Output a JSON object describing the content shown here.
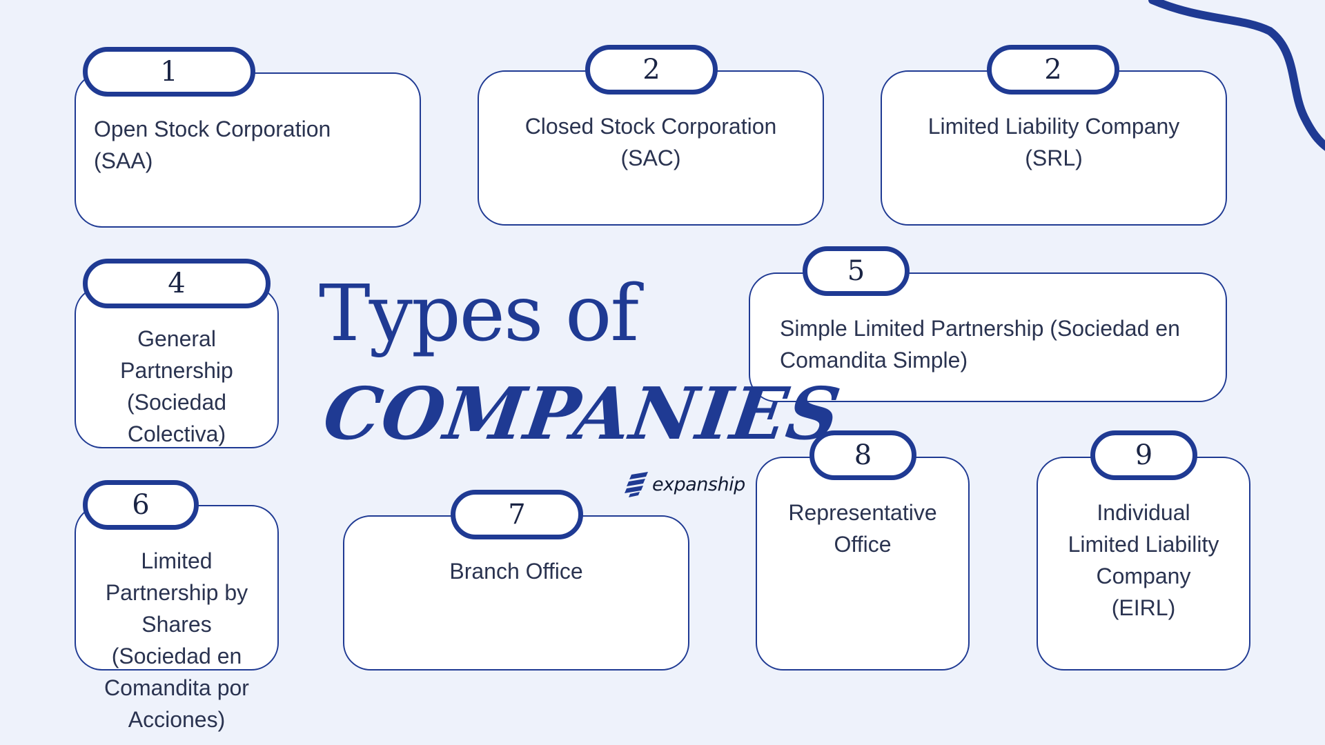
{
  "title": {
    "line1": "Types of",
    "line2": "COMPANIES"
  },
  "brand": {
    "name": "expanship",
    "logo_icon": "expanship-logo-icon"
  },
  "colors": {
    "accent": "#1f3a93",
    "background": "#eef2fb",
    "card": "#ffffff",
    "text": "#2a3350"
  },
  "items": [
    {
      "number": "1",
      "label": "Open Stock Corporation\n(SAA)"
    },
    {
      "number": "2",
      "label": "Closed Stock Corporation\n(SAC)"
    },
    {
      "number": "2",
      "label": "Limited Liability Company\n(SRL)"
    },
    {
      "number": "4",
      "label": "General\nPartnership\n(Sociedad\nColectiva)"
    },
    {
      "number": "5",
      "label": "Simple Limited Partnership (Sociedad en\nComandita Simple)"
    },
    {
      "number": "6",
      "label": "Limited\nPartnership by\nShares\n(Sociedad en\nComandita por\nAcciones)"
    },
    {
      "number": "7",
      "label": "Branch Office"
    },
    {
      "number": "8",
      "label": "Representative\nOffice"
    },
    {
      "number": "9",
      "label": "Individual\nLimited Liability\nCompany\n(EIRL)"
    }
  ]
}
